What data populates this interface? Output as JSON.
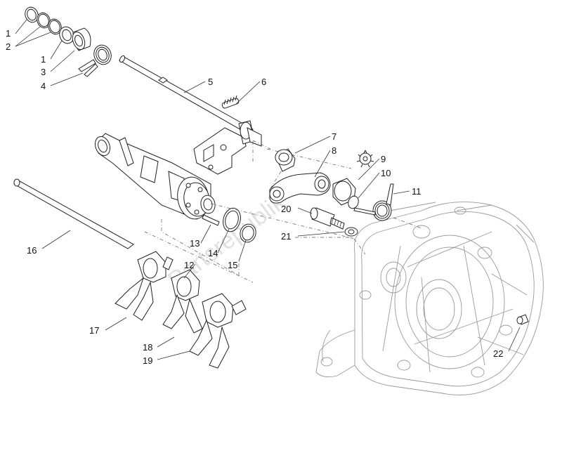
{
  "labels": [
    {
      "id": "label-1a",
      "text": "1"
    },
    {
      "id": "label-2",
      "text": "2"
    },
    {
      "id": "label-1b",
      "text": "1"
    },
    {
      "id": "label-3",
      "text": "3"
    },
    {
      "id": "label-4",
      "text": "4"
    },
    {
      "id": "label-5",
      "text": "5"
    },
    {
      "id": "label-6",
      "text": "6"
    },
    {
      "id": "label-7",
      "text": "7"
    },
    {
      "id": "label-8",
      "text": "8"
    },
    {
      "id": "label-9",
      "text": "9"
    },
    {
      "id": "label-10",
      "text": "10"
    },
    {
      "id": "label-11",
      "text": "11"
    },
    {
      "id": "label-12",
      "text": "12"
    },
    {
      "id": "label-13",
      "text": "13"
    },
    {
      "id": "label-14",
      "text": "14"
    },
    {
      "id": "label-15",
      "text": "15"
    },
    {
      "id": "label-16",
      "text": "16"
    },
    {
      "id": "label-17",
      "text": "17"
    },
    {
      "id": "label-18",
      "text": "18"
    },
    {
      "id": "label-19",
      "text": "19"
    },
    {
      "id": "label-20",
      "text": "20"
    },
    {
      "id": "label-21",
      "text": "21"
    },
    {
      "id": "label-22",
      "text": "22"
    }
  ],
  "watermark": "Partsrepublik"
}
